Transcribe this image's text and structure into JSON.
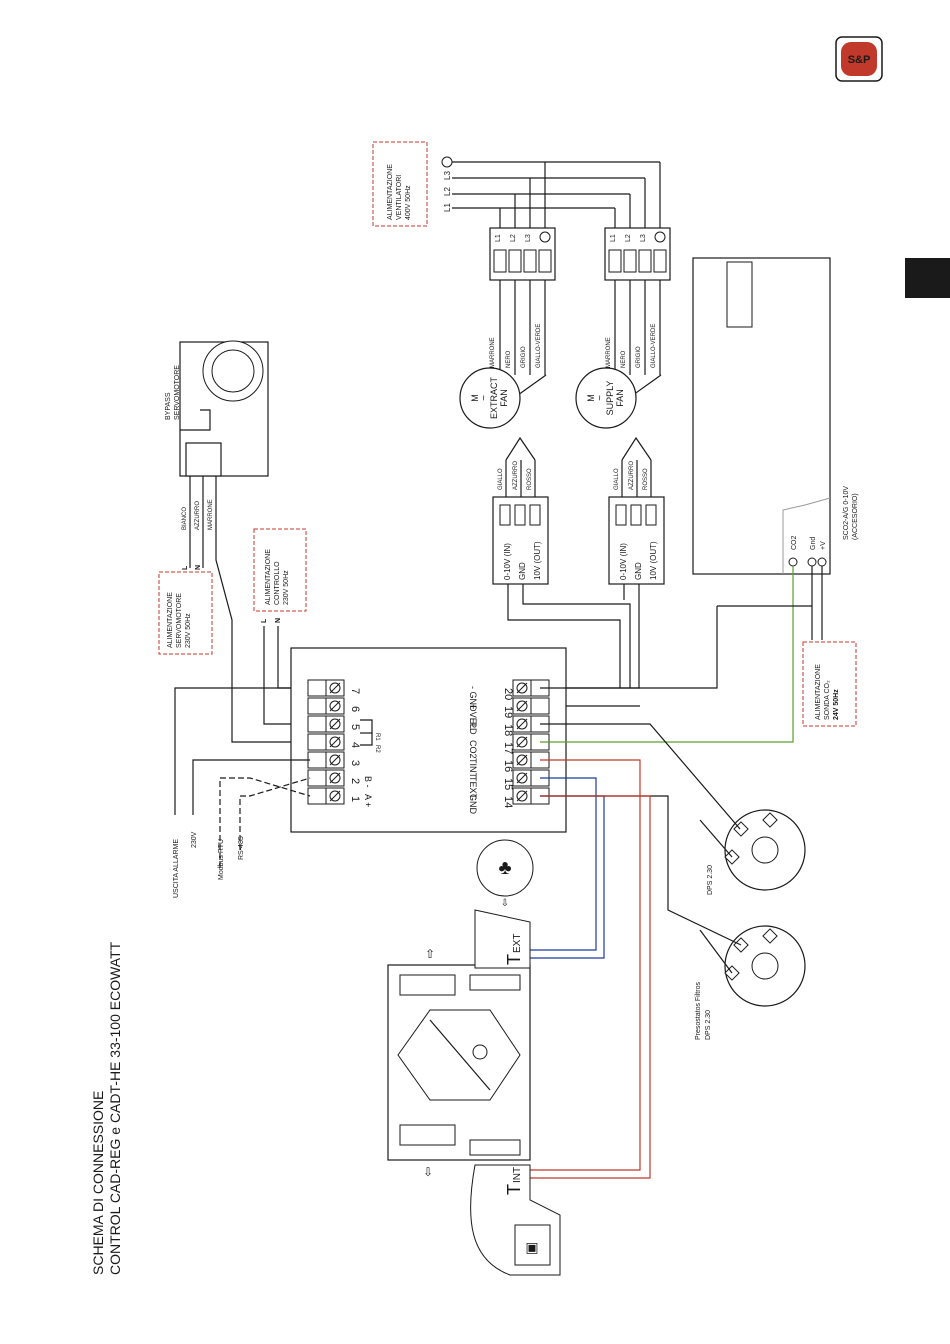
{
  "title": {
    "line1": "SCHEMA DI CONNESSIONE",
    "line2": "CONTROL CAD-REG e CADT-HE 33-100 ECOWATT"
  },
  "brand": {
    "logo_text": "S&P",
    "color": "#c0392b"
  },
  "supply_fans": {
    "line1": "ALIMENTAZIONE",
    "line2": "VENTILATORI",
    "line3": "400V 50Hz",
    "phases": [
      "L1",
      "L2",
      "L3"
    ]
  },
  "fan_terminals": [
    "L1",
    "L2",
    "L3"
  ],
  "fan_wires": [
    "MARRONE",
    "NERO",
    "GRIGIO",
    "GIALLO-VERDE"
  ],
  "extract_fan": {
    "m": "M",
    "tilde": "~",
    "line1": "EXTRACT",
    "line2": "FAN"
  },
  "supply_fan": {
    "m": "M",
    "tilde": "~",
    "line1": "SUPPLY",
    "line2": "FAN"
  },
  "signal_wires": [
    "GIALLO",
    "AZZURRO",
    "ROSSO"
  ],
  "signal_terminals": [
    "0-10V (IN)",
    "GND",
    "10V (OUT)"
  ],
  "bypass": {
    "line1": "BYPASS",
    "line2": "SERVOMOTORE",
    "wires": [
      "BIANCO",
      "AZZURRO",
      "MARRONE"
    ]
  },
  "servo_power": {
    "line1": "ALIMENTAZIONE",
    "line2": "SERVOMOTORE",
    "line3": "230V 50Hz",
    "L": "L",
    "N": "N"
  },
  "control_power": {
    "line1": "ALIMENTAZIONE",
    "line2": "CONTROLLO",
    "line3": "230V 50Hz",
    "L": "L",
    "N": "N"
  },
  "co2_sensor": {
    "line1": "SCO2-A/G 0-10V",
    "line2": "(ACCESORIO)",
    "co2": "CO2",
    "gnd": "Gnd",
    "plus_v": "+V"
  },
  "co2_power": {
    "line1": "ALIMENTAZIONE",
    "line2": "SONDA CO₂",
    "line3": "24V 50Hz"
  },
  "controller": {
    "left_numbers": [
      "7",
      "6",
      "5",
      "4",
      "3",
      "2",
      "1"
    ],
    "left_labels": [
      "",
      "",
      "",
      "",
      "",
      "B -",
      "A +"
    ],
    "relays": [
      "R1",
      "R2"
    ],
    "right_numbers": [
      "20",
      "19",
      "18",
      "17",
      "16",
      "15",
      "14"
    ],
    "right_labels": [
      "- GND",
      "+ VEL",
      "PD",
      "CO2",
      "TINT",
      "TEXT",
      "GND"
    ]
  },
  "bottom_labels": [
    "USCITA ALLARME",
    "230V",
    "Modbus RTU",
    "RS-485"
  ],
  "pressostats": {
    "label1": "DPS 2.30",
    "label2a": "Presostatos Filtros",
    "label2b": "DPS 2.30"
  },
  "sensors": {
    "text_t": "T",
    "text_sub": "EXT",
    "tint_t": "T",
    "tint_sub": "INT"
  }
}
